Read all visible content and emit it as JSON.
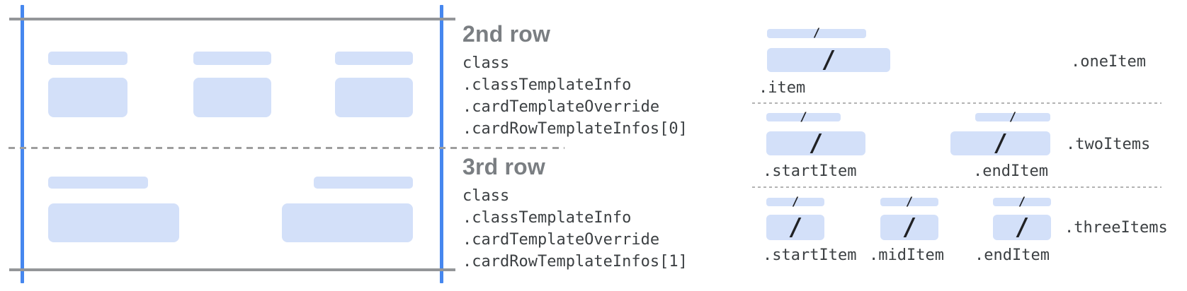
{
  "rows": [
    {
      "heading": "2nd row",
      "class_path": [
        "class",
        ".classTemplateInfo",
        ".cardTemplateOverride",
        ".cardRowTemplateInfos[0]"
      ]
    },
    {
      "heading": "3rd row",
      "class_path": [
        "class",
        ".classTemplateInfo",
        ".cardTemplateOverride",
        ".cardRowTemplateInfos[1]"
      ]
    }
  ],
  "layouts": [
    {
      "name": ".oneItem",
      "items": [
        ".item"
      ]
    },
    {
      "name": ".twoItems",
      "items": [
        ".startItem",
        ".endItem"
      ]
    },
    {
      "name": ".threeItems",
      "items": [
        ".startItem",
        ".midItem",
        ".endItem"
      ]
    }
  ],
  "glyphs": {
    "slash": "/"
  },
  "colors": {
    "guide_blue": "#4687ef",
    "placeholder_blue": "#d3e0f9",
    "border_gray": "#949699",
    "dash_gray": "#9e9e9e",
    "dot_gray": "#b3b3b3",
    "heading_gray": "#7a7e82",
    "code_text": "#3c4043",
    "slash_dark": "#202124"
  }
}
